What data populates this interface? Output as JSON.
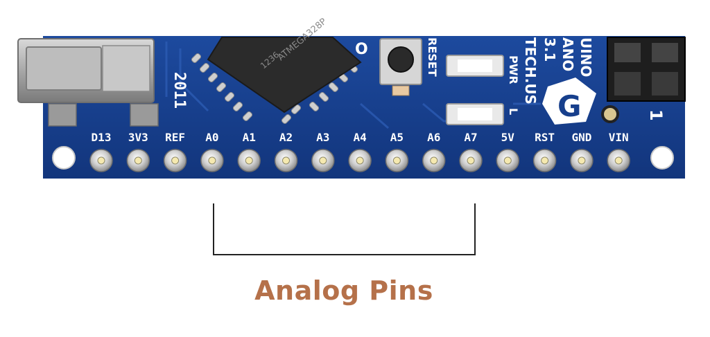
{
  "board": {
    "pin_labels": [
      "D13",
      "3V3",
      "REF",
      "A0",
      "A1",
      "A2",
      "A3",
      "A4",
      "A5",
      "A6",
      "A7",
      "5V",
      "RST",
      "GND",
      "VIN"
    ],
    "year": "2011",
    "reset_label": "RESET",
    "pwr_label": "PWR",
    "l_label": "L",
    "chip_text_1": "ATMEGA328P",
    "chip_text_2": "1236",
    "brand_lines": [
      "UINO",
      "ANO",
      "3.1",
      "TECH.US"
    ],
    "header_number": "1",
    "logo_letter": "G",
    "top_letter": "O"
  },
  "annotation": {
    "label": "Analog Pins",
    "label_color": "#b5714a"
  },
  "colors": {
    "pcb": "#173f8c",
    "pcb_dark": "#0f2e6e",
    "silkscreen": "#ffffff",
    "chip": "#2b2b2b",
    "pad": "#cfcfcf",
    "header": "#1e1e1e"
  }
}
